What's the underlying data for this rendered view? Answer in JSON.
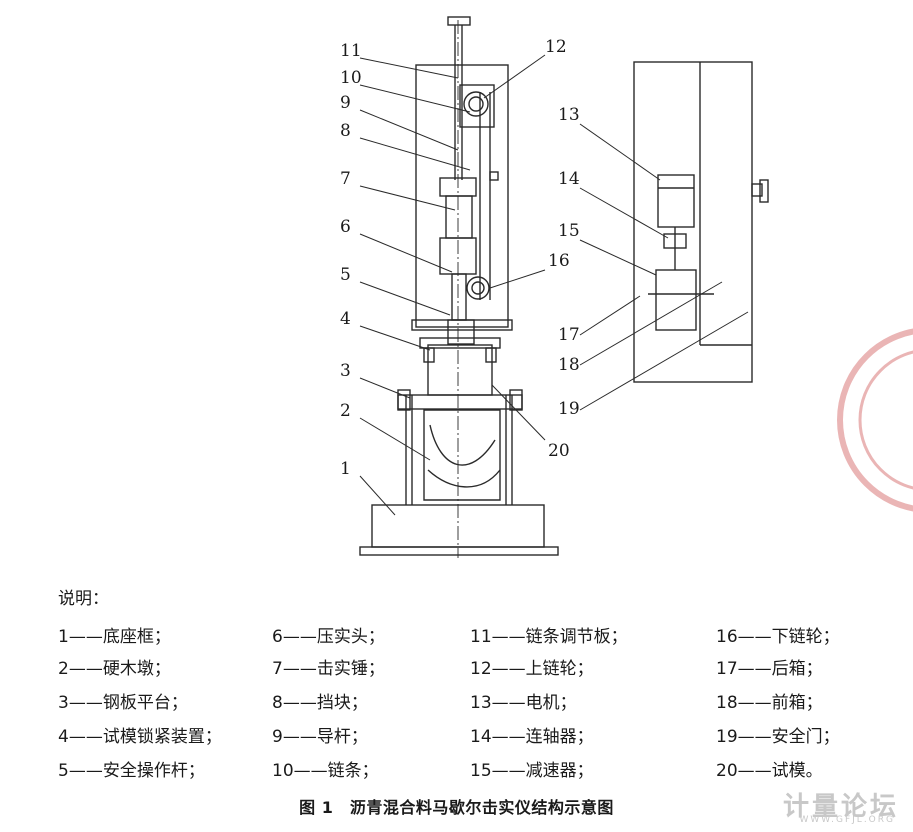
{
  "callouts": [
    "11",
    "10",
    "9",
    "8",
    "7",
    "6",
    "5",
    "4",
    "3",
    "2",
    "1",
    "12",
    "16",
    "20",
    "13",
    "14",
    "15",
    "17",
    "18",
    "19"
  ],
  "legend_title": "说明：",
  "legend": [
    [
      "1——底座框；",
      "6——压实头；",
      "11——链条调节板；",
      "16——下链轮；"
    ],
    [
      "2——硬木墩；",
      "7——击实锤；",
      "12——上链轮；",
      "17——后箱；"
    ],
    [
      "3——钢板平台；",
      "8——挡块；",
      "13——电机；",
      "18——前箱；"
    ],
    [
      "4——试模锁紧装置；",
      "9——导杆；",
      "14——连轴器；",
      "19——安全门；"
    ],
    [
      "5——安全操作杆；",
      "10——链条；",
      "15——减速器；",
      "20——试模。"
    ]
  ],
  "caption": "图 1　沥青混合料马歇尔击实仪结构示意图",
  "watermark": "计量论坛",
  "watermark_url": "WWW.GFJL.ORG",
  "colors": {
    "line": "#2a2a2a",
    "seal": "#e8a8a8"
  }
}
